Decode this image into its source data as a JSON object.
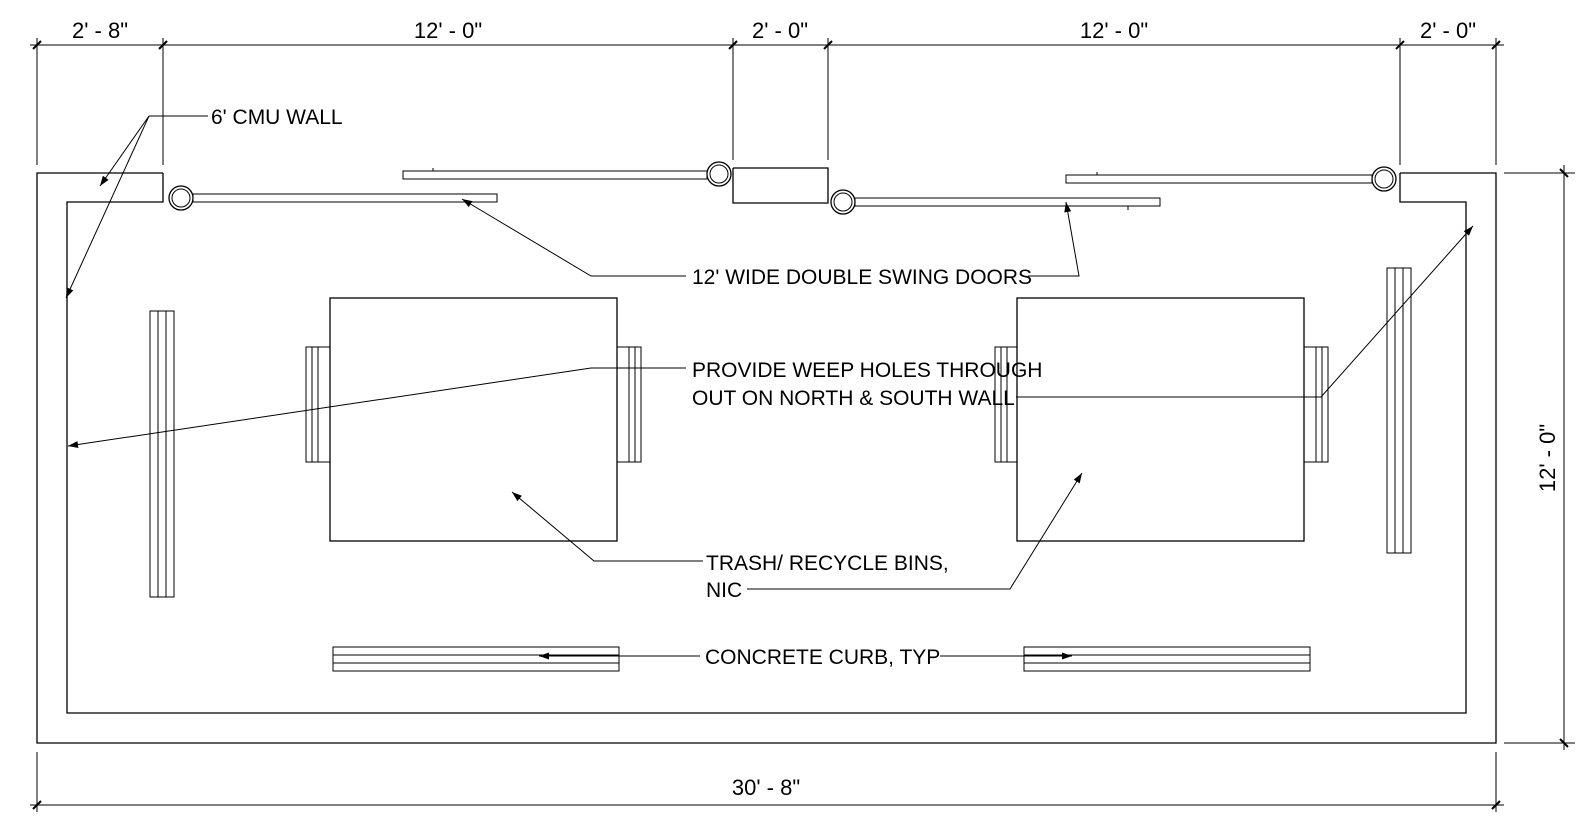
{
  "dimensions": {
    "top_segments": [
      "2' - 8\"",
      "12' - 0\"",
      "2' - 0\"",
      "12' - 0\"",
      "2' - 0\""
    ],
    "overall_width": "30' - 8\"",
    "overall_depth": "12' - 0\""
  },
  "labels": {
    "cmu_wall": "6' CMU WALL",
    "doors": "12' WIDE DOUBLE SWING DOORS",
    "weep_holes_line1": "PROVIDE WEEP HOLES THROUGH",
    "weep_holes_line2": "OUT ON NORTH & SOUTH WALL",
    "bins_line1": "TRASH/ RECYCLE BINS,",
    "bins_line2": "NIC",
    "curb": "CONCRETE CURB, TYP"
  }
}
